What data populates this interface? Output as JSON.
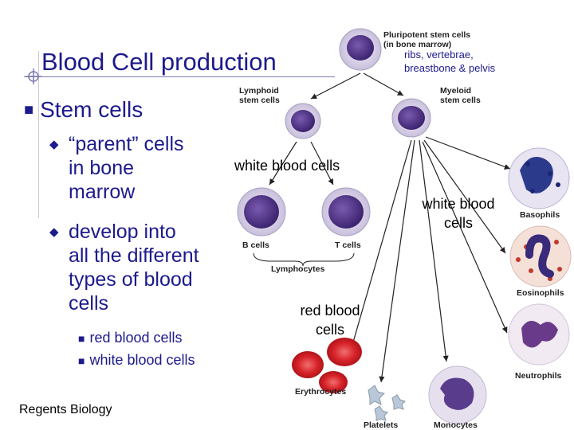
{
  "slide": {
    "title": "Blood Cell production",
    "bullet": "Stem cells",
    "sub_items": [
      {
        "line1": "“parent” cells",
        "line2": "in bone",
        "line3": "marrow"
      },
      {
        "line1": "develop into",
        "line2": "all the different",
        "line3": "types of blood",
        "line4": "cells"
      }
    ],
    "small_items": [
      "red blood cells",
      "white blood cells"
    ],
    "footer": "Regents Biology",
    "ribs_note": {
      "line1": "ribs, vertebrae,",
      "line2": "breastbone & pelvis"
    }
  },
  "diagram": {
    "pluripotent": {
      "line1": "Pluripotent stem cells",
      "line2": "(in bone marrow)"
    },
    "lymphoid": {
      "line1": "Lymphoid",
      "line2": "stem cells"
    },
    "myeloid": {
      "line1": "Myeloid",
      "line2": "stem cells"
    },
    "b_cells": "B cells",
    "t_cells": "T cells",
    "lymphocytes": "Lymphocytes",
    "basophils": "Basophils",
    "eosinophils": "Eosinophils",
    "neutrophils": "Neutrophils",
    "erythrocytes": "Erythrocytes",
    "platelets": "Platelets",
    "monocytes": "Monocytes",
    "callout_white1": "white blood cells",
    "callout_white2": {
      "line1": "white blood",
      "line2": "cells"
    },
    "callout_red": {
      "line1": "red blood",
      "line2": "cells"
    }
  },
  "colors": {
    "title": "#1c1a8c",
    "cell_purple": "#5a3c8c",
    "rbc": "#d8242a",
    "granule": "#c0392b"
  }
}
